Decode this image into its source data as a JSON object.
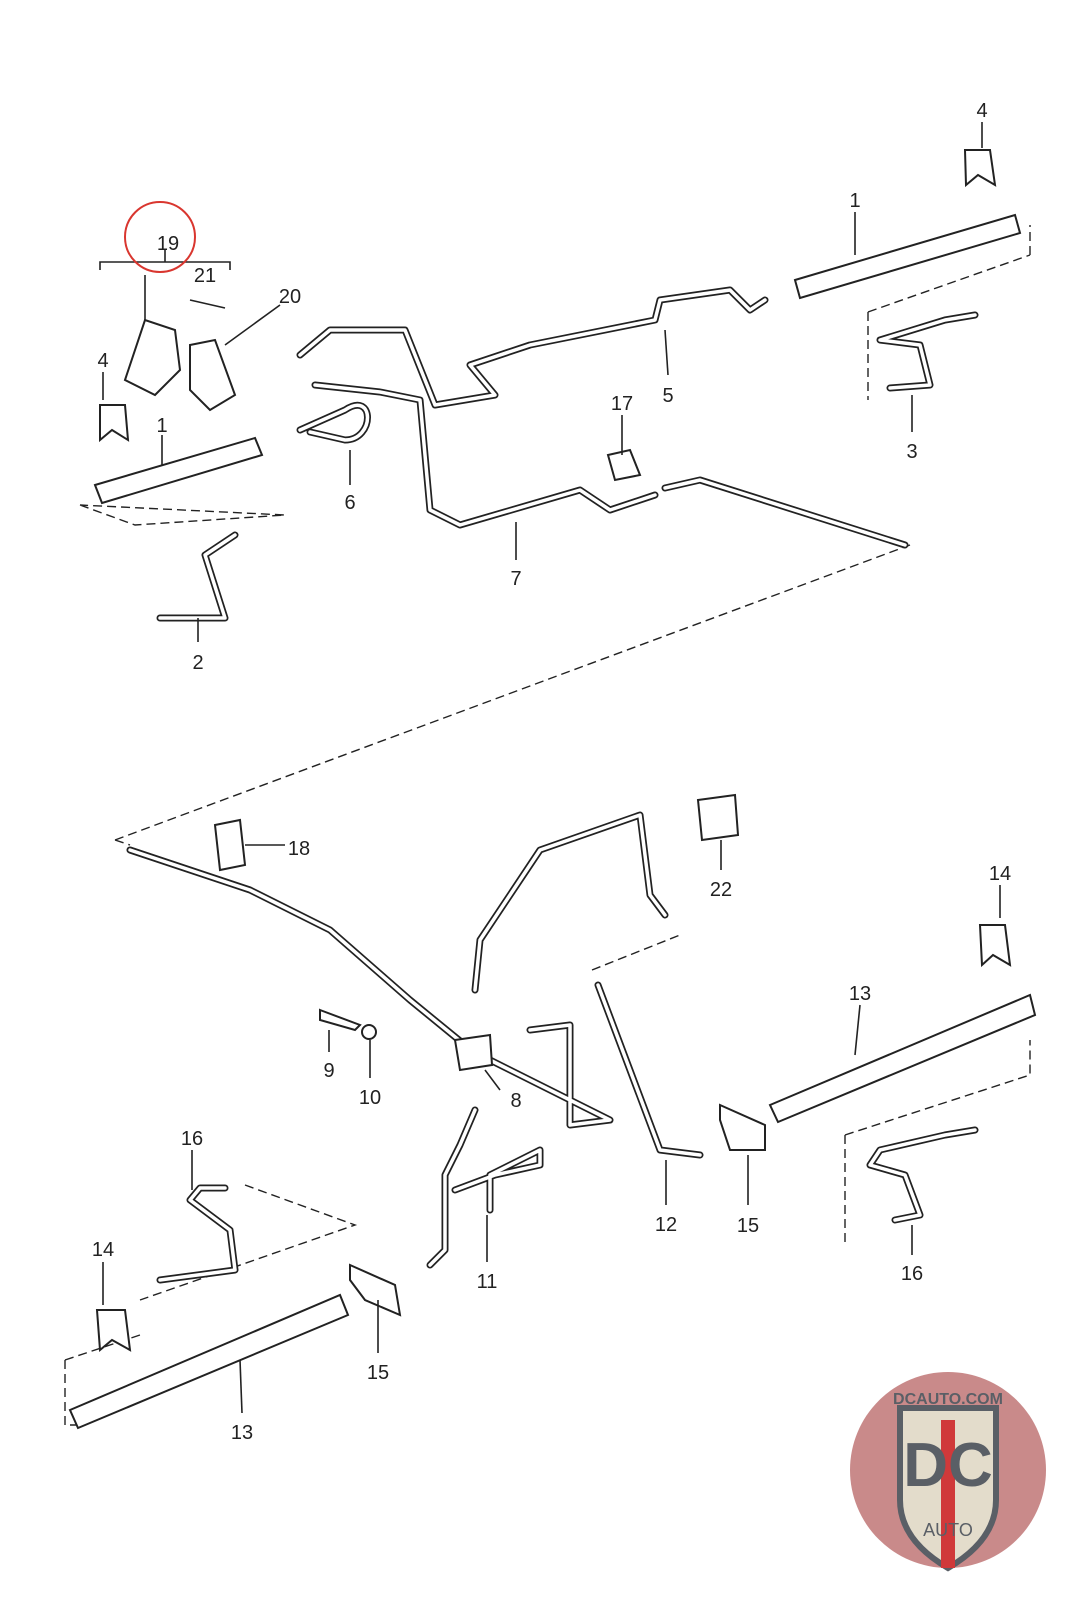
{
  "diagram": {
    "highlighted_callout": "19",
    "highlight_color": "#d9362f",
    "callouts": [
      "19",
      "21",
      "20",
      "4",
      "1",
      "6",
      "2",
      "7",
      "5",
      "17",
      "3",
      "1",
      "4",
      "18",
      "22",
      "14",
      "13",
      "9",
      "10",
      "8",
      "16",
      "14",
      "11",
      "12",
      "15",
      "16",
      "15",
      "13"
    ]
  },
  "logo": {
    "text_top": "DCAUTO.COM",
    "text_main": "DC",
    "text_sub": "AUTO",
    "colors": {
      "background": "#c98a8a",
      "shield": "#e3dccb",
      "letters": "#5a5f66",
      "stripe": "#d0393a"
    }
  }
}
